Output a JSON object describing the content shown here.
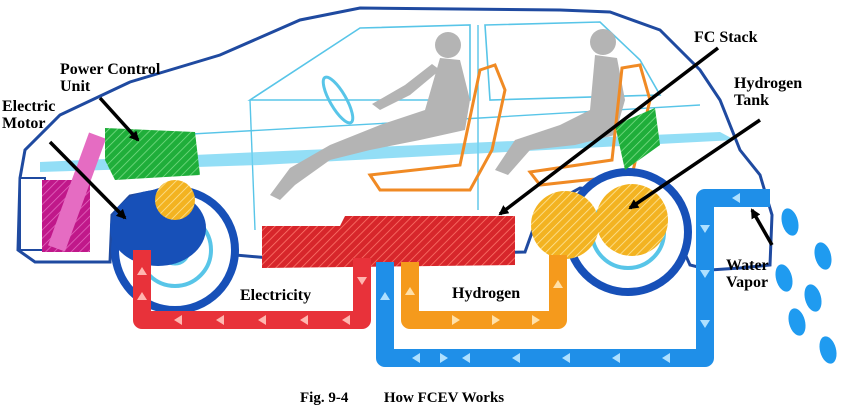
{
  "labels": {
    "power_control_unit": [
      "Power Control",
      "Unit"
    ],
    "electric_motor": [
      "Electric",
      "Motor"
    ],
    "fc_stack": "FC Stack",
    "hydrogen_tank": [
      "Hydrogen",
      "Tank"
    ],
    "electricity": "Electricity",
    "hydrogen": "Hydrogen",
    "water_vapor": [
      "Water",
      "Vapor"
    ]
  },
  "caption": {
    "figure_number": "Fig. 9-4",
    "title": "How FCEV Works"
  },
  "colors": {
    "body_outline": "#1f4aa0",
    "interior_lines": "#58c5e8",
    "wheel_blue": "#1750b8",
    "motor": "#c0188a",
    "power_control_unit": "#1fae3a",
    "fc_stack": "#d7262b",
    "hydrogen_tank": "#f3b321",
    "electricity_pipe": "#e8323a",
    "hydrogen_pipe": "#f59a1c",
    "water_pipe": "#1f8fe8",
    "seat_orange": "#f08a24",
    "passenger_gray": "#b4b4b4"
  }
}
